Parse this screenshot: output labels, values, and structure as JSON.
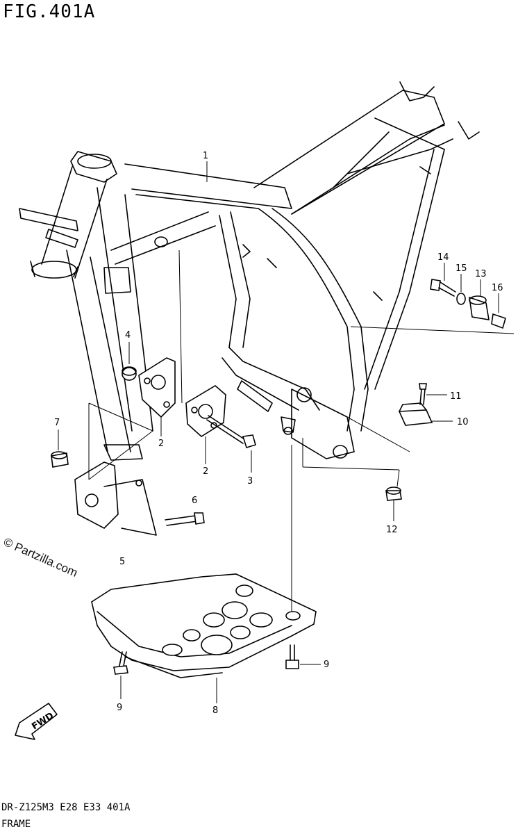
{
  "title": "FIG.401A",
  "footer": {
    "code": "DR-Z125M3 E28 E33 401A",
    "name": "FRAME"
  },
  "watermark": "© Partzilla.com",
  "fwd_label": "FWD",
  "callouts": {
    "c1": "1",
    "c2a": "2",
    "c2b": "2",
    "c3": "3",
    "c4": "4",
    "c5": "5",
    "c6": "6",
    "c7": "7",
    "c8": "8",
    "c9a": "9",
    "c9b": "9",
    "c10": "10",
    "c11": "11",
    "c12": "12",
    "c13": "13",
    "c14": "14",
    "c15": "15",
    "c16": "16"
  }
}
